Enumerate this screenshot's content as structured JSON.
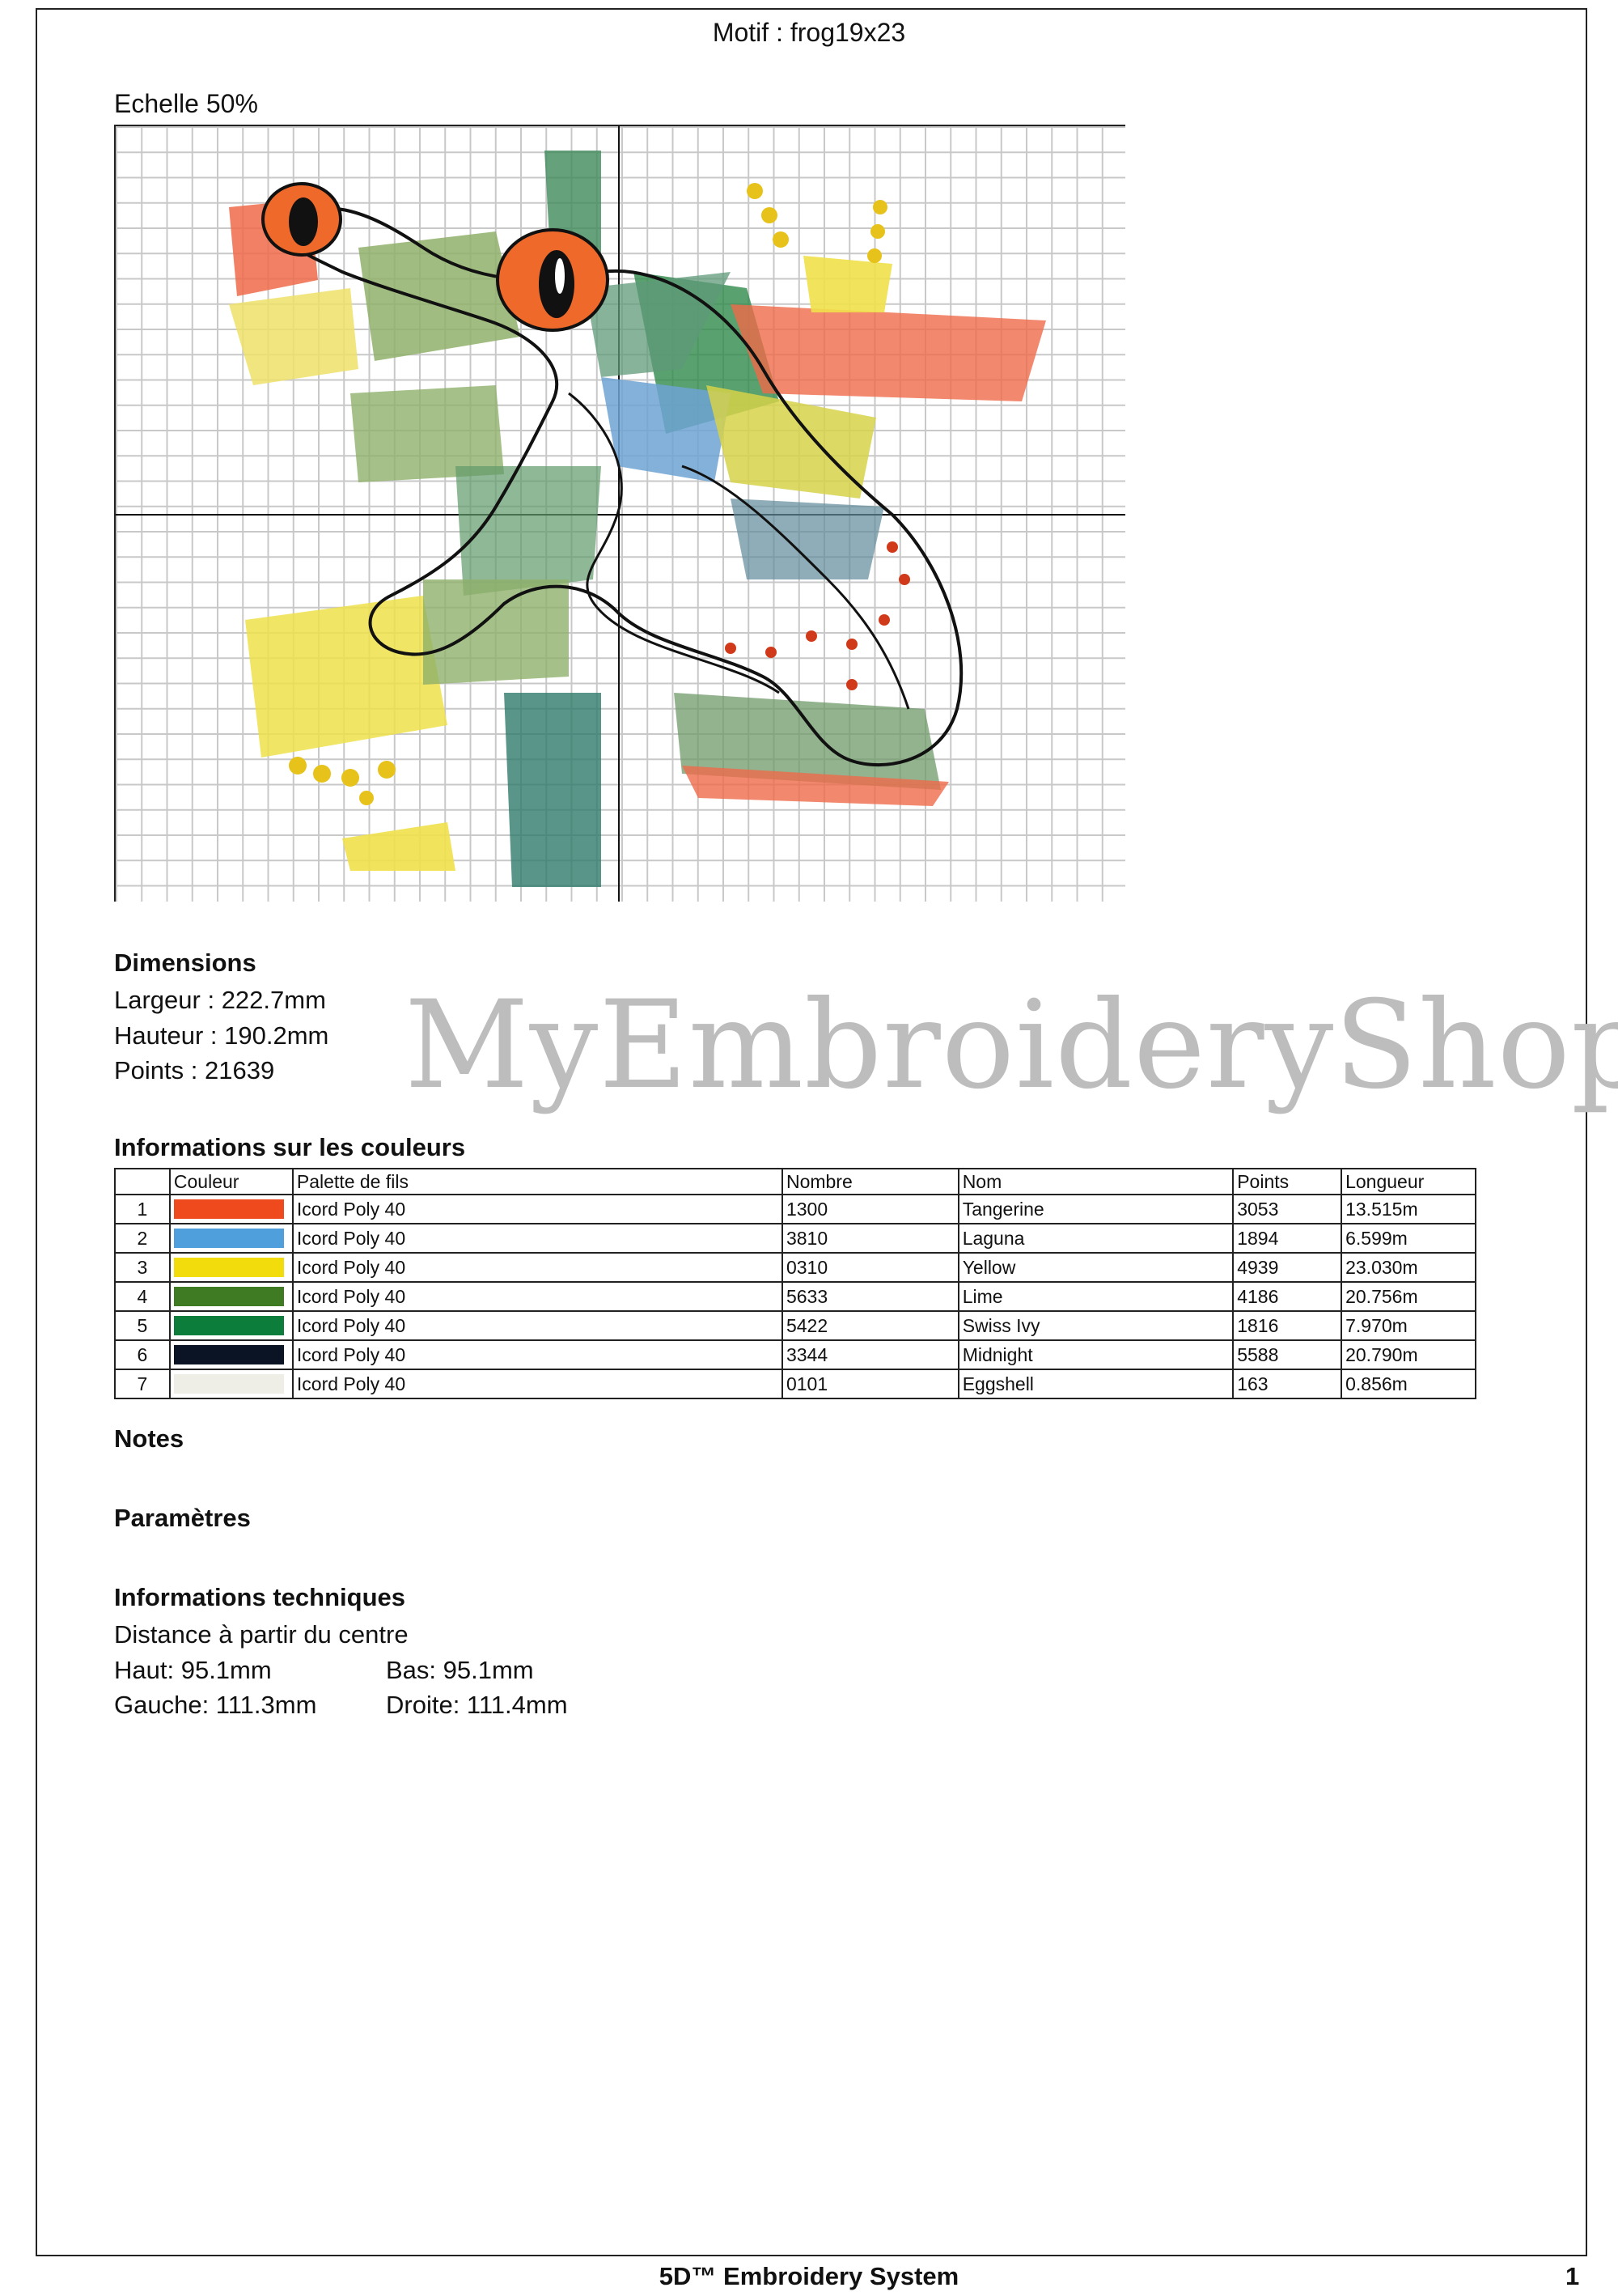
{
  "header": {
    "motif": "Motif : frog19x23",
    "scale": "Echelle 50%"
  },
  "watermark": "MyEmbroideryShop",
  "dimensions": {
    "title": "Dimensions",
    "width": "Largeur : 222.7mm",
    "height": "Hauteur : 190.2mm",
    "points": "Points : 21639"
  },
  "colors": {
    "title": "Informations sur les couleurs",
    "headers": [
      "",
      "Couleur",
      "Palette de fils",
      "Nombre",
      "Nom",
      "Points",
      "Longueur"
    ],
    "rows": [
      {
        "idx": "1",
        "swatch": "#ef4a1e",
        "palette": "Icord Poly 40",
        "number": "1300",
        "name": "Tangerine",
        "points": "3053",
        "length": "13.515m"
      },
      {
        "idx": "2",
        "swatch": "#4f9fdc",
        "palette": "Icord Poly 40",
        "number": "3810",
        "name": "Laguna",
        "points": "1894",
        "length": "6.599m"
      },
      {
        "idx": "3",
        "swatch": "#f2dc0c",
        "palette": "Icord Poly 40",
        "number": "0310",
        "name": "Yellow",
        "points": "4939",
        "length": "23.030m"
      },
      {
        "idx": "4",
        "swatch": "#3f7b23",
        "palette": "Icord Poly 40",
        "number": "5633",
        "name": "Lime",
        "points": "4186",
        "length": "20.756m"
      },
      {
        "idx": "5",
        "swatch": "#0c7d3a",
        "palette": "Icord Poly 40",
        "number": "5422",
        "name": "Swiss Ivy",
        "points": "1816",
        "length": "7.970m"
      },
      {
        "idx": "6",
        "swatch": "#0b1424",
        "palette": "Icord Poly 40",
        "number": "3344",
        "name": "Midnight",
        "points": "5588",
        "length": "20.790m"
      },
      {
        "idx": "7",
        "swatch": "#eeeee6",
        "palette": "Icord Poly 40",
        "number": "0101",
        "name": "Eggshell",
        "points": "163",
        "length": "0.856m"
      }
    ]
  },
  "notes": {
    "title": "Notes"
  },
  "params": {
    "title": "Paramètres"
  },
  "tech": {
    "title": "Informations techniques",
    "subtitle": "Distance à partir du centre",
    "top": "Haut: 95.1mm",
    "bottom": "Bas: 95.1mm",
    "left": "Gauche: 111.3mm",
    "right": "Droite: 111.4mm"
  },
  "footer": {
    "system": "5D™ Embroidery System",
    "page": "1"
  }
}
